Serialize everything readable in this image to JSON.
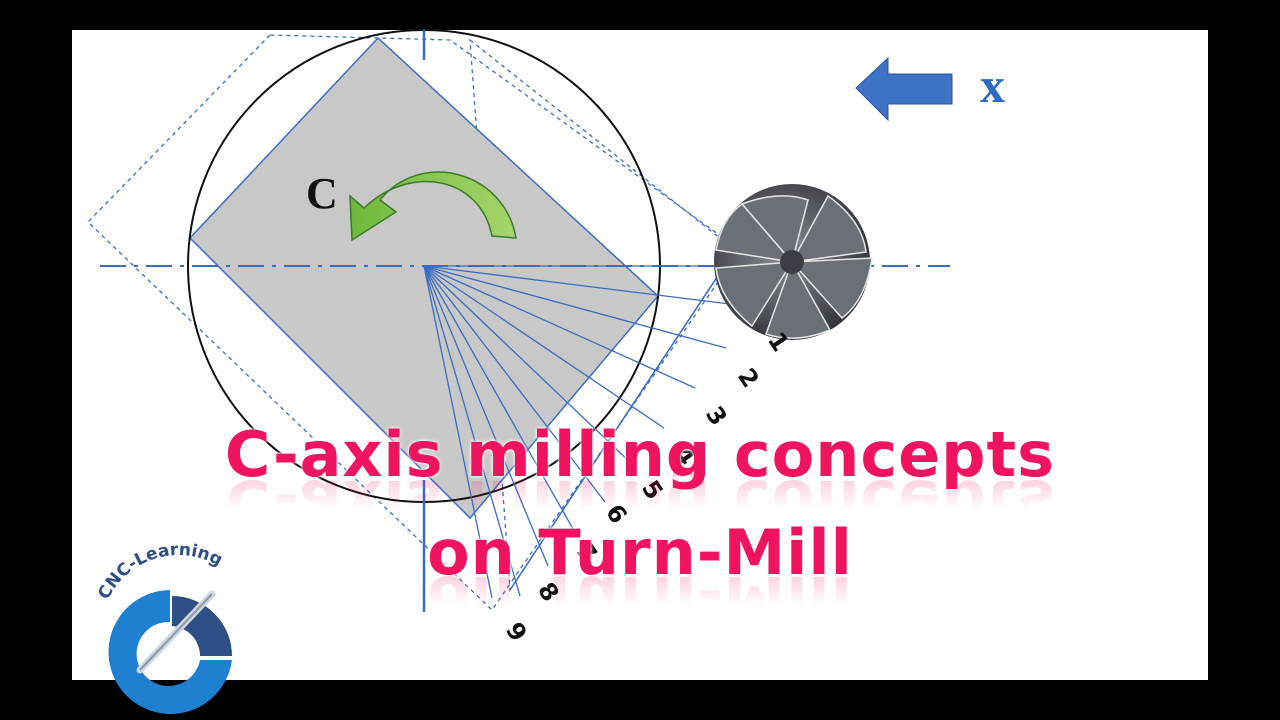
{
  "title": {
    "line1": "C-axis milling concepts",
    "line2": "on Turn-Mill"
  },
  "diagram": {
    "axis_c_label": "C",
    "axis_x_label": "x",
    "tool_position_labels": [
      "1",
      "2",
      "3",
      "4",
      "5",
      "6",
      "7",
      "8",
      "9"
    ]
  },
  "logo": {
    "text": "CNC-Learning"
  },
  "colors": {
    "background_frame": "#000000",
    "canvas": "#ffffff",
    "workpiece_fill": "#c8c8c8",
    "construction_lines": "#3a6cc0",
    "arrow_x": "#3d72c6",
    "arrow_c": "#7cc04a",
    "title": "#f0135f",
    "logo_blue": "#1f7fd0",
    "logo_dark": "#2d4f86"
  },
  "icons": {
    "x_arrow": "arrow-left-icon",
    "c_arrow": "rotation-arrow-icon",
    "tool": "end-mill-icon"
  }
}
